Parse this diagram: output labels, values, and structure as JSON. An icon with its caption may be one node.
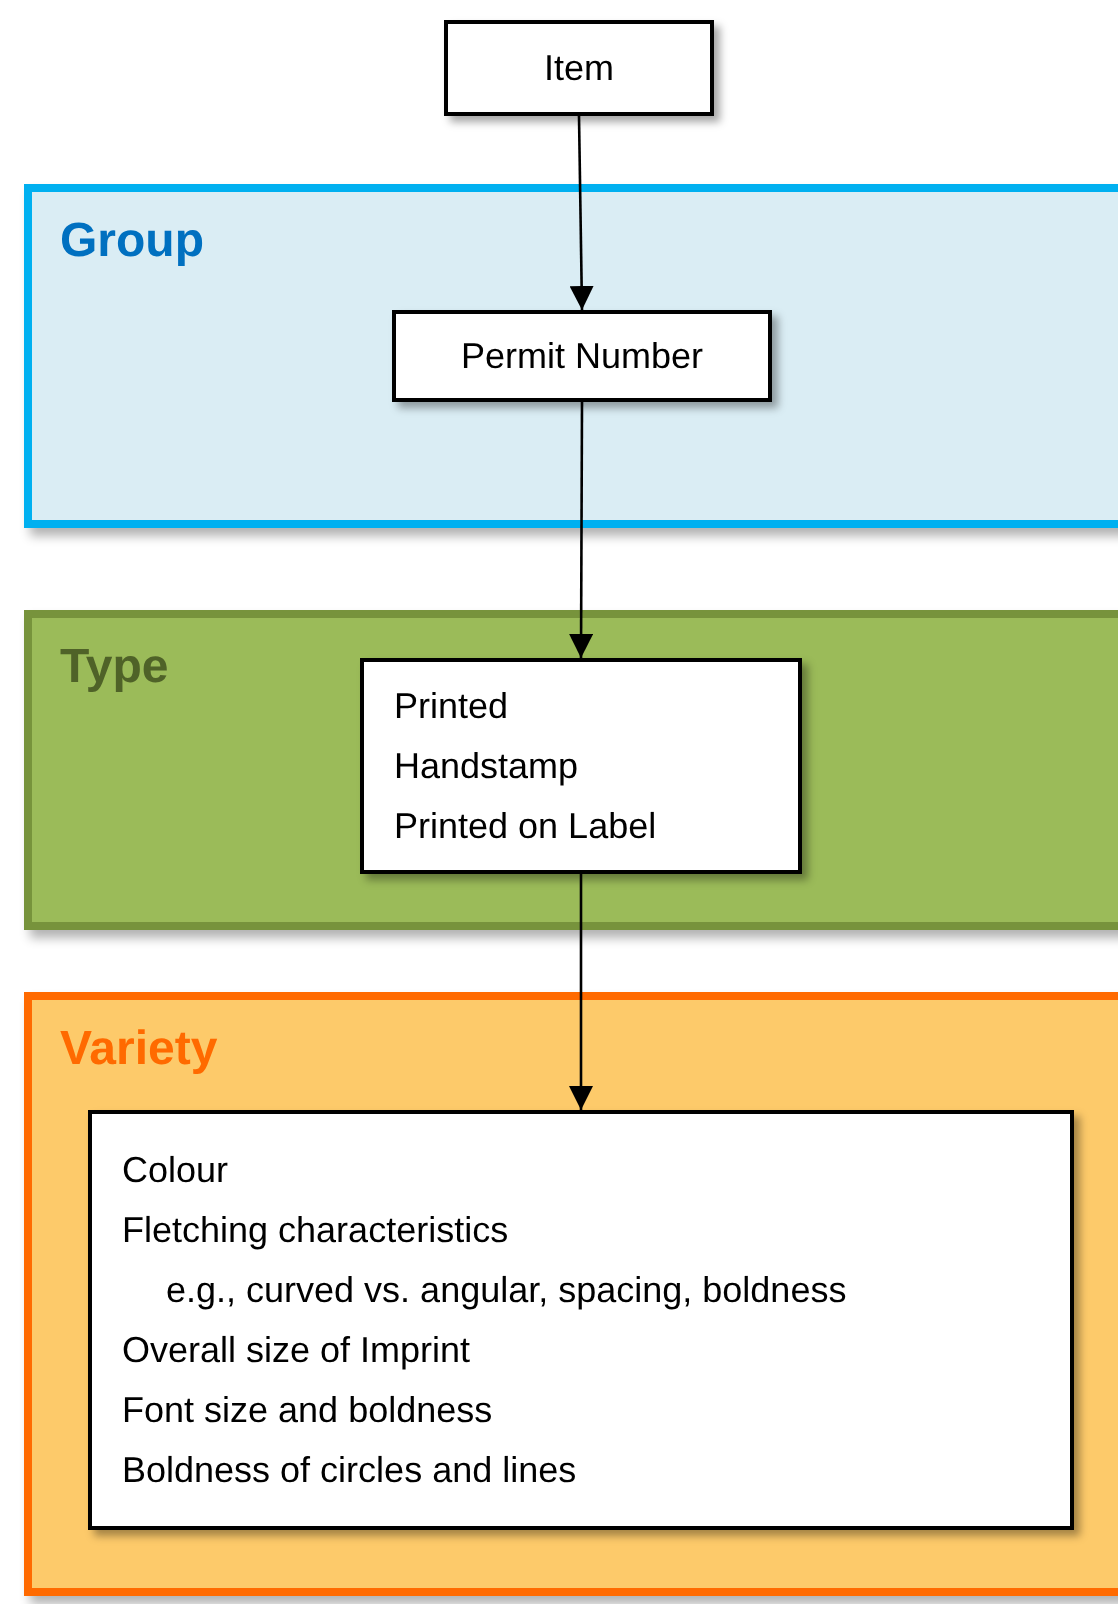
{
  "diagram": {
    "nodes": [
      {
        "text": [
          "Item"
        ]
      },
      {
        "text": [
          "Group"
        ]
      },
      {
        "text": [
          "Permit Number"
        ],
        "in": 1
      },
      {
        "text": [
          "Type"
        ]
      },
      {
        "text": [
          "Printed",
          "Handstamp",
          "Printed on Label"
        ],
        "in": 3
      },
      {
        "text": [
          "Variety"
        ]
      },
      {
        "text": [
          "Colour",
          "Fletching characteristics",
          "e.g., curved vs. angular, spacing, boldness",
          "Overall size of Imprint",
          "Font size and boldness",
          "Boldness of circles and lines"
        ],
        "in": 5
      }
    ],
    "edges": [
      {
        "from": 0,
        "to": 2,
        "arrow": "to"
      },
      {
        "from": 2,
        "to": 4,
        "arrow": "to"
      },
      {
        "from": 4,
        "to": 6,
        "arrow": "to"
      }
    ]
  }
}
